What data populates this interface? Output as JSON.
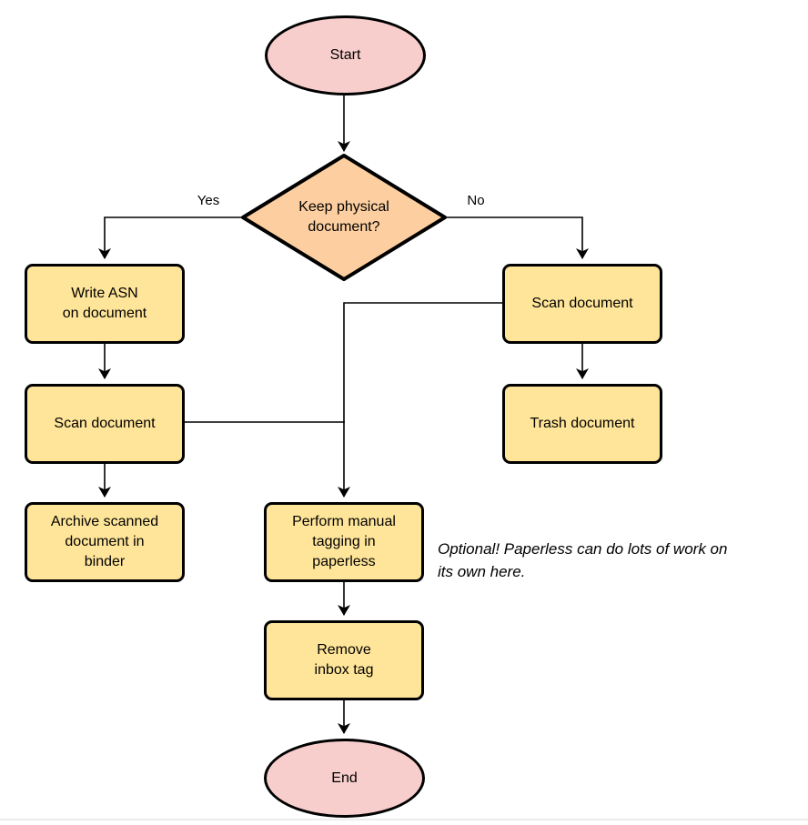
{
  "colors": {
    "terminal_fill": "#f8cecc",
    "process_fill": "#ffe599",
    "decision_fill": "#fdcfa0",
    "shape_stroke": "#000000",
    "connector_stroke": "#000000",
    "text": "#000000",
    "bottom_rule": "#ececec"
  },
  "nodes": {
    "start": {
      "type": "terminal",
      "label": "Start"
    },
    "decision": {
      "type": "decision",
      "label": [
        "Keep physical",
        "document?"
      ]
    },
    "write_asn": {
      "type": "process",
      "label": [
        "Write ASN",
        "on document"
      ]
    },
    "scan_left": {
      "type": "process",
      "label": "Scan document"
    },
    "archive": {
      "type": "process",
      "label": [
        "Archive scanned",
        "document in",
        "binder"
      ]
    },
    "scan_right": {
      "type": "process",
      "label": "Scan document"
    },
    "trash": {
      "type": "process",
      "label": "Trash document"
    },
    "tagging": {
      "type": "process",
      "label": [
        "Perform manual",
        "tagging in",
        "paperless"
      ]
    },
    "remove_inbox": {
      "type": "process",
      "label": [
        "Remove",
        "inbox tag"
      ]
    },
    "end": {
      "type": "terminal",
      "label": "End"
    }
  },
  "edge_labels": {
    "yes": "Yes",
    "no": "No"
  },
  "note": {
    "lines": [
      "Optional! Paperless can do lots of work on",
      "its own here."
    ]
  }
}
